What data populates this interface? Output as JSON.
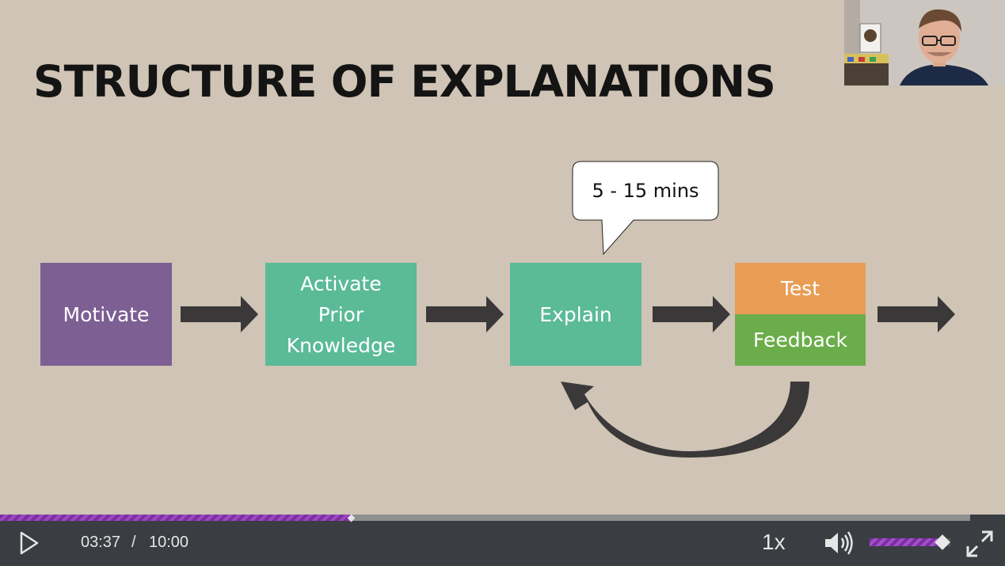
{
  "slide": {
    "title": "STRUCTURE OF EXPLANATIONS",
    "steps": {
      "motivate": "Motivate",
      "activate": [
        "Activate",
        "Prior",
        "Knowledge"
      ],
      "explain": "Explain",
      "test": "Test",
      "feedback": "Feedback"
    },
    "callout": "5 - 15 mins"
  },
  "colors": {
    "motivate": "#7d5f93",
    "activate": "#5bba98",
    "explain": "#5bba98",
    "test": "#e99d54",
    "feedback": "#6aad4a",
    "arrow": "#3b3839",
    "background": "#cfc4b5"
  },
  "player": {
    "current_time": "03:37",
    "separator": "/",
    "total_time": "10:00",
    "speed": "1x",
    "progress_fraction": 0.3617,
    "volume_fraction": 0.9,
    "icons": {
      "play": "play-icon",
      "volume": "volume-icon",
      "fullscreen": "fullscreen-icon"
    }
  }
}
